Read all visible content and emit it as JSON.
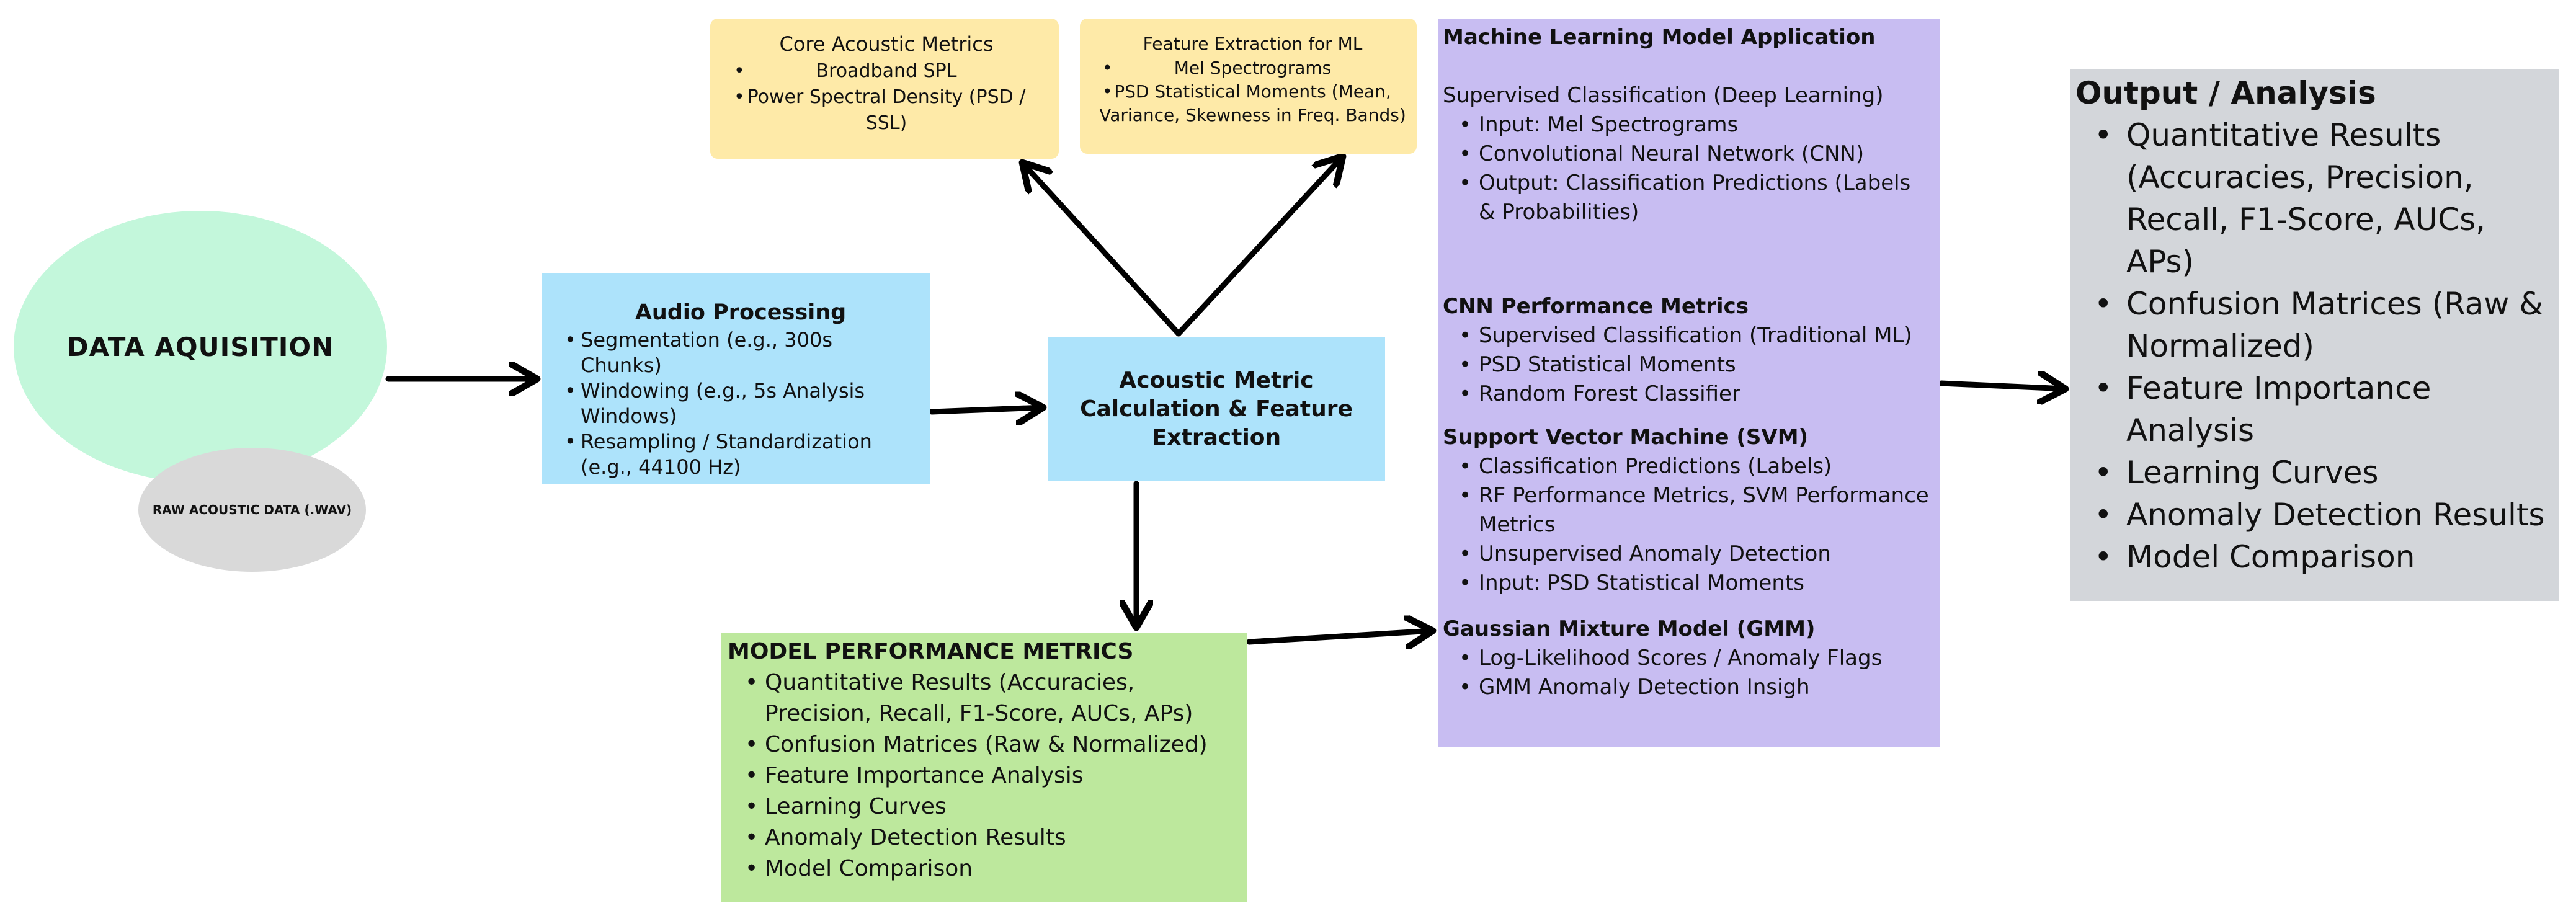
{
  "colors": {
    "data_acquisition": "#c3f7db",
    "raw_data": "#d9d9d9",
    "audio_processing": "#ade3fb",
    "acoustic_calc": "#ade3fb",
    "core_metrics": "#feeaa8",
    "feature_extraction": "#feeaa8",
    "performance": "#bde89d",
    "ml_application": "#c8bdf2",
    "output": "#d3d6da",
    "arrow": "#000000"
  },
  "data_acquisition": {
    "label": "DATA AQUISITION"
  },
  "raw_data": {
    "label": "RAW ACOUSTIC DATA (.WAV)"
  },
  "audio_processing": {
    "title": "Audio Processing",
    "items": [
      "Segmentation (e.g., 300s Chunks)",
      "Windowing (e.g., 5s Analysis Windows)",
      "Resampling / Standardization (e.g., 44100 Hz)"
    ]
  },
  "acoustic_calc": {
    "label": "Acoustic Metric Calculation & Feature Extraction"
  },
  "core_metrics": {
    "title": "Core Acoustic Metrics",
    "items": [
      "Broadband SPL",
      "Power Spectral Density (PSD / SSL)"
    ]
  },
  "feature_extraction": {
    "title": "Feature Extraction for ML",
    "items": [
      "Mel Spectrograms",
      "PSD Statistical Moments (Mean, Variance, Skewness in Freq. Bands)"
    ]
  },
  "performance": {
    "title": "MODEL PERFORMANCE METRICS",
    "items": [
      "Quantitative Results (Accuracies, Precision, Recall, F1-Score, AUCs, APs)",
      "Confusion Matrices (Raw & Normalized)",
      "Feature Importance Analysis",
      "Learning Curves",
      "Anomaly Detection Results",
      "Model Comparison"
    ]
  },
  "ml_application": {
    "title": "Machine Learning Model Application",
    "supervised_label": "Supervised Classification (Deep Learning)",
    "supervised_items": [
      "Input: Mel Spectrograms",
      "Convolutional Neural Network (CNN)",
      "Output: Classification Predictions (Labels & Probabilities)"
    ],
    "cnn_title": "CNN Performance Metrics",
    "cnn_items": [
      "Supervised Classification (Traditional ML)",
      "PSD Statistical Moments",
      "Random Forest Classifier"
    ],
    "svm_title": "Support Vector Machine (SVM)",
    "svm_items": [
      "Classification Predictions (Labels)",
      "RF Performance Metrics, SVM Performance Metrics",
      " Unsupervised Anomaly Detection",
      "Input: PSD Statistical Moments"
    ],
    "gmm_title": "Gaussian Mixture Model (GMM)",
    "gmm_items": [
      "Log-Likelihood Scores / Anomaly Flags",
      "GMM Anomaly Detection Insigh"
    ]
  },
  "output": {
    "title": "Output / Analysis",
    "items": [
      "Quantitative Results (Accuracies, Precision, Recall, F1-Score, AUCs, APs)",
      "Confusion Matrices (Raw & Normalized)",
      "Feature Importance Analysis",
      "Learning Curves",
      "Anomaly Detection Results",
      "Model Comparison"
    ]
  }
}
